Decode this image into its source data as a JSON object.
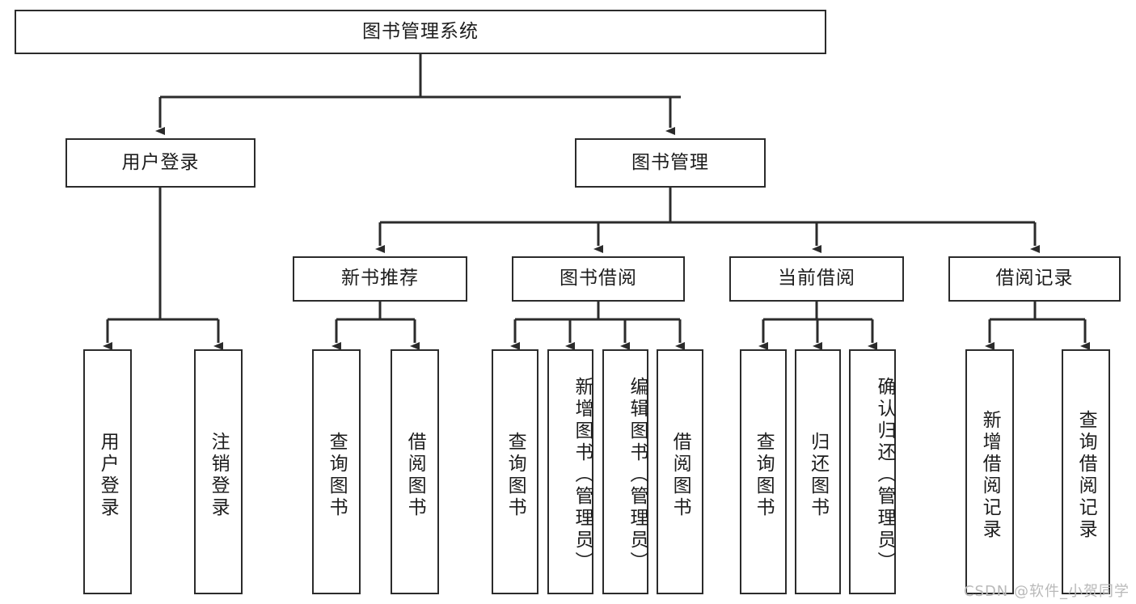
{
  "diagram": {
    "title": "图书管理系统",
    "watermark": "CSDN @软件_小贺同学",
    "colors": {
      "stroke": "#2b2b2b",
      "fill": "#ffffff",
      "text": "#1d1d1d",
      "watermark": "#b9b9b9"
    },
    "levels": {
      "root": {
        "label": "图书管理系统"
      },
      "level2": [
        {
          "id": "user-login",
          "label": "用户登录"
        },
        {
          "id": "book-manage",
          "label": "图书管理"
        }
      ],
      "level3": [
        {
          "id": "new-book-recommend",
          "label": "新书推荐"
        },
        {
          "id": "book-borrow",
          "label": "图书借阅"
        },
        {
          "id": "current-borrow",
          "label": "当前借阅"
        },
        {
          "id": "borrow-record",
          "label": "借阅记录"
        }
      ],
      "leaves": [
        {
          "id": "leaf-user-login",
          "label": "用户登录",
          "parent": "user-login"
        },
        {
          "id": "leaf-user-logout",
          "label": "注销登录",
          "parent": "user-login"
        },
        {
          "id": "leaf-query-book-1",
          "label": "查询图书",
          "parent": "new-book-recommend"
        },
        {
          "id": "leaf-borrow-book-1",
          "label": "借阅图书",
          "parent": "new-book-recommend"
        },
        {
          "id": "leaf-query-book-2",
          "label": "查询图书",
          "parent": "book-borrow"
        },
        {
          "id": "leaf-add-book",
          "label": "新增图书（管理员）",
          "parent": "book-borrow"
        },
        {
          "id": "leaf-edit-book",
          "label": "编辑图书（管理员）",
          "parent": "book-borrow"
        },
        {
          "id": "leaf-borrow-book-2",
          "label": "借阅图书",
          "parent": "book-borrow"
        },
        {
          "id": "leaf-query-book-3",
          "label": "查询图书",
          "parent": "current-borrow"
        },
        {
          "id": "leaf-return-book",
          "label": "归还图书",
          "parent": "current-borrow"
        },
        {
          "id": "leaf-confirm-return",
          "label": "确认归还（管理员）",
          "parent": "current-borrow"
        },
        {
          "id": "leaf-add-record",
          "label": "新增借阅记录",
          "parent": "borrow-record"
        },
        {
          "id": "leaf-query-record",
          "label": "查询借阅记录",
          "parent": "borrow-record"
        }
      ]
    }
  }
}
